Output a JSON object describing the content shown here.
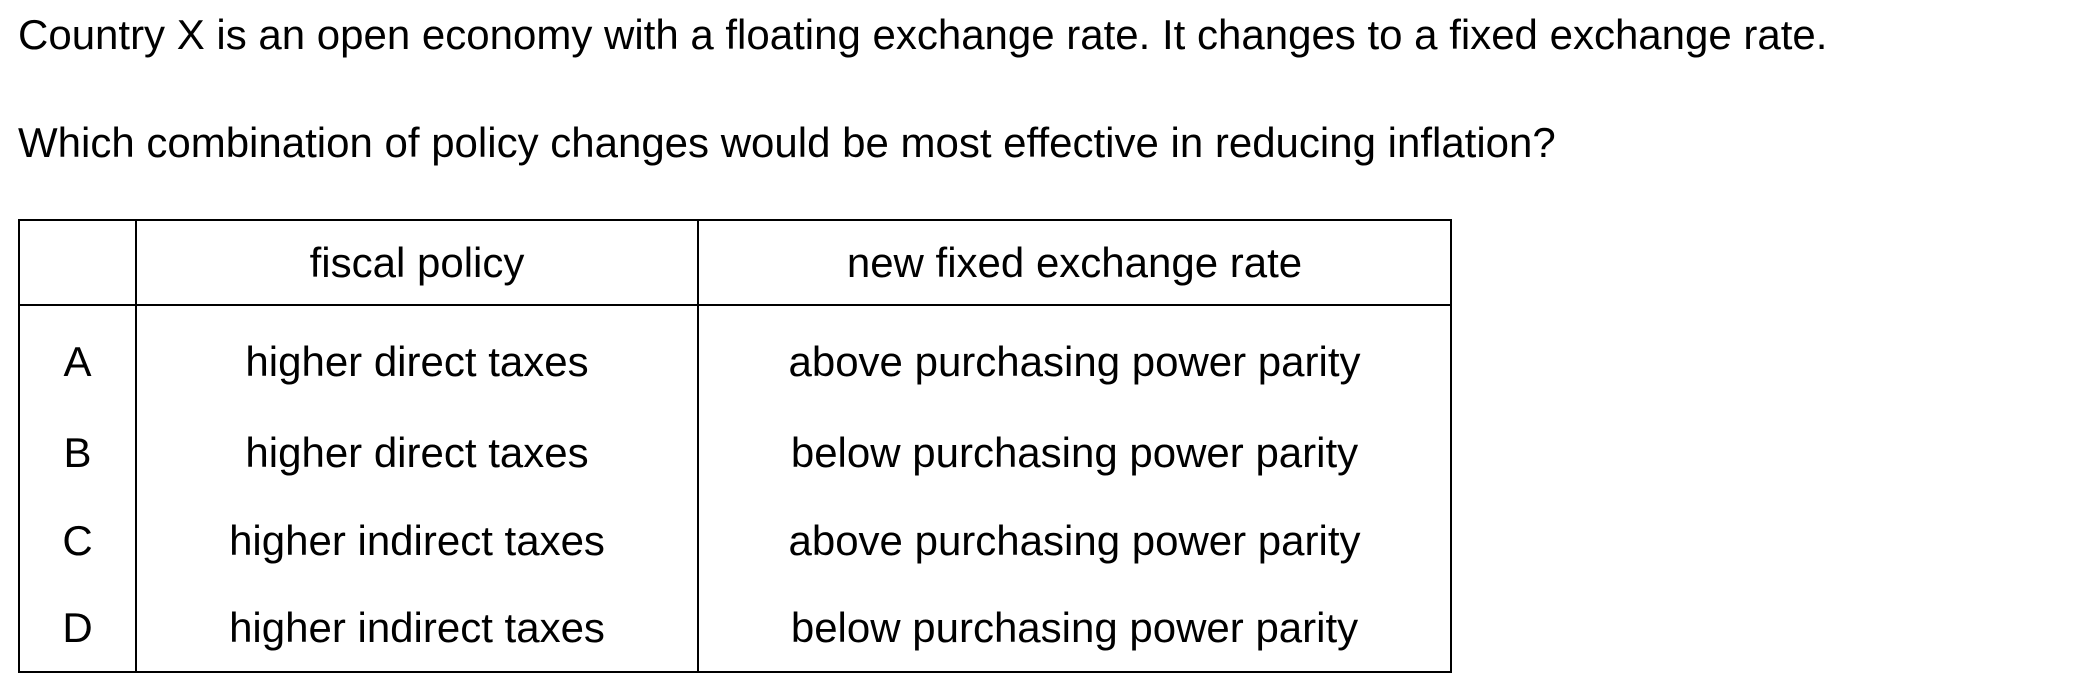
{
  "question": {
    "intro": "Country X is an open economy with a floating exchange rate. It changes to a fixed exchange rate.",
    "prompt": "Which combination of policy changes would be most effective in reducing inflation?"
  },
  "table": {
    "headers": [
      "",
      "fiscal policy",
      "new fixed exchange rate"
    ],
    "rows": [
      {
        "letter": "A",
        "fiscal": "higher direct taxes",
        "rate": "above purchasing power parity"
      },
      {
        "letter": "B",
        "fiscal": "higher direct taxes",
        "rate": "below purchasing power parity"
      },
      {
        "letter": "C",
        "fiscal": "higher indirect taxes",
        "rate": "above purchasing power parity"
      },
      {
        "letter": "D",
        "fiscal": "higher indirect taxes",
        "rate": "below purchasing power parity"
      }
    ]
  }
}
